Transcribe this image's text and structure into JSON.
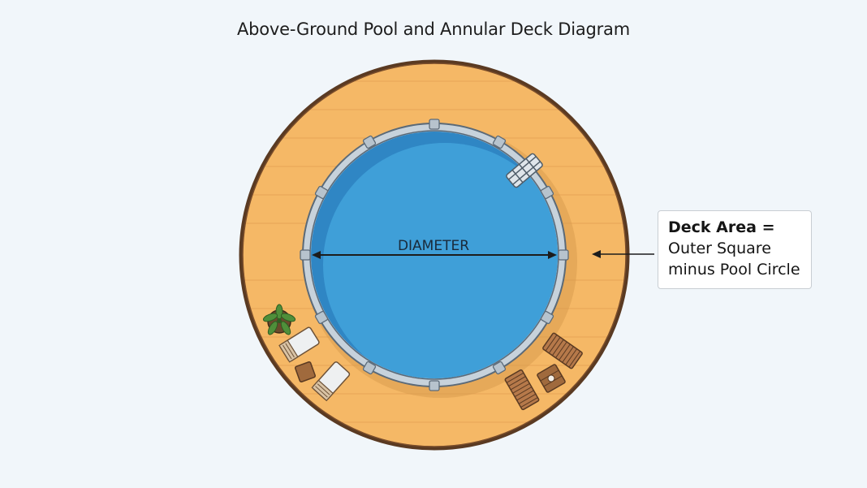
{
  "title": "Above-Ground Pool and Annular Deck Diagram",
  "pool": {
    "diameter_label": "DIAMETER"
  },
  "callout": {
    "line1": "Deck Area =",
    "line2": "Outer Square",
    "line3": "minus Pool Circle"
  },
  "colors": {
    "background": "#f1f6fa",
    "deck": "#f5b866",
    "deck_border": "#5a3a22",
    "pool_rim": "#c7d2db",
    "water": "#3f9fd8",
    "water_shadow": "#2f86c4",
    "arrow": "#1c1c1c"
  },
  "icons": [
    "ladder-icon",
    "potted-plant-icon",
    "lounge-chair-icon",
    "side-table-icon",
    "deck-bench-icon"
  ]
}
